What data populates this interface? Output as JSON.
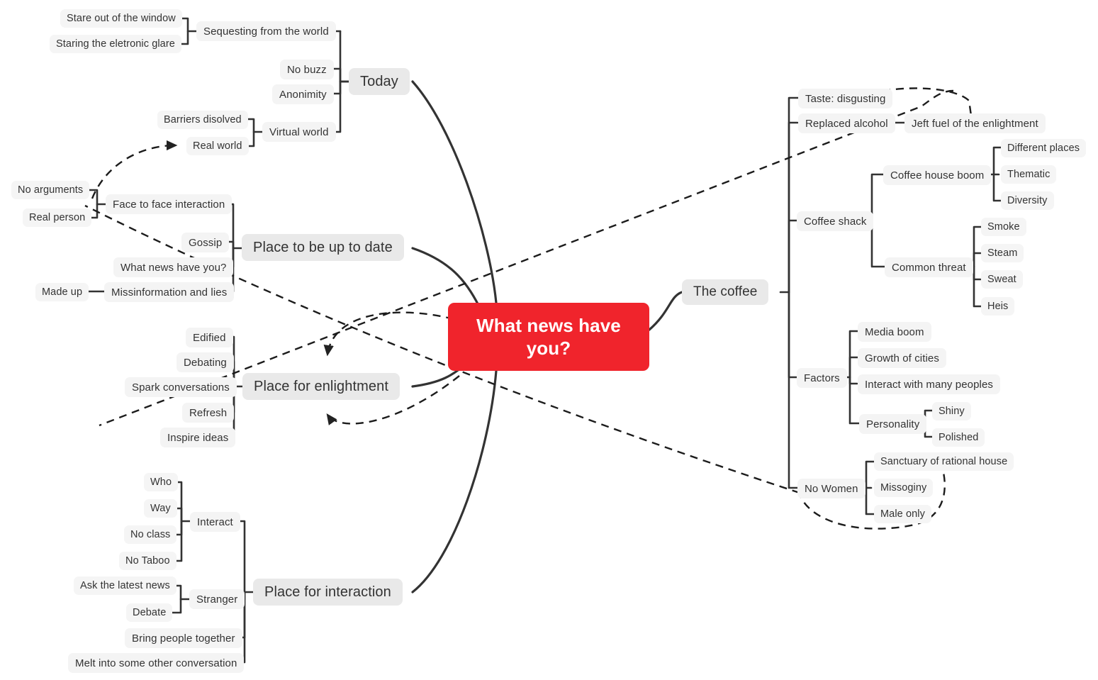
{
  "theme": {
    "root_fill": "#f0242c",
    "root_text": "#ffffff",
    "branch_fill": "#e9e9e9",
    "node_fill": "#f5f5f5",
    "node_text": "#333333",
    "link_color": "#333333",
    "canvas_bg": "#ffffff"
  },
  "root": {
    "label": "What news have you?"
  },
  "branches": {
    "today": {
      "label": "Today",
      "children": {
        "sequesting": {
          "label": "Sequesting from the world",
          "children": [
            "Stare out of the window",
            "Staring the eletronic glare"
          ]
        },
        "no_buzz": {
          "label": "No buzz"
        },
        "anonimity": {
          "label": "Anonimity"
        },
        "virtual_world": {
          "label": "Virtual world",
          "children": [
            "Barriers disolved",
            "Real world"
          ]
        }
      }
    },
    "up_to_date": {
      "label": "Place to be up to date",
      "children": {
        "face_to_face": {
          "label": "Face to face interaction",
          "children": [
            "No arguments",
            "Real person"
          ]
        },
        "gossip": {
          "label": "Gossip"
        },
        "what_news": {
          "label": "What news have you?"
        },
        "missinformation": {
          "label": "Missinformation and lies",
          "children": [
            "Made up"
          ]
        }
      }
    },
    "enlightment": {
      "label": "Place for enlightment",
      "children": [
        "Edified",
        "Debating",
        "Spark conversations",
        "Refresh",
        "Inspire ideas"
      ]
    },
    "interaction": {
      "label": "Place for interaction",
      "children": {
        "interact": {
          "label": "Interact",
          "children": [
            "Who",
            "Way",
            "No class",
            "No Taboo"
          ]
        },
        "stranger": {
          "label": "Stranger",
          "children": [
            "Ask the latest news",
            "Debate"
          ]
        },
        "bring_together": {
          "label": "Bring people together"
        },
        "melt": {
          "label": "Melt into some other conversation"
        }
      }
    },
    "coffee": {
      "label": "The coffee",
      "children": {
        "taste": {
          "label": "Taste: disgusting"
        },
        "replaced_alcohol": {
          "label": "Replaced alcohol",
          "children": [
            "Jeft fuel of the enlightment"
          ]
        },
        "coffee_shack": {
          "label": "Coffee shack",
          "children": {
            "house_boom": {
              "label": "Coffee house boom",
              "children": [
                "Different places",
                "Thematic",
                "Diversity"
              ]
            },
            "common_threat": {
              "label": "Common threat",
              "children": [
                "Smoke",
                "Steam",
                "Sweat",
                "Heis"
              ]
            }
          }
        },
        "factors": {
          "label": "Factors",
          "children": {
            "media_boom": {
              "label": "Media boom"
            },
            "growth": {
              "label": "Growth of cities"
            },
            "interact_many": {
              "label": "Interact with many peoples"
            },
            "personality": {
              "label": "Personality",
              "children": [
                "Shiny",
                "Polished"
              ]
            }
          }
        },
        "no_women": {
          "label": "No Women",
          "children": [
            "Sanctuary of rational house",
            "Missoginy",
            "Male only"
          ]
        }
      }
    }
  }
}
